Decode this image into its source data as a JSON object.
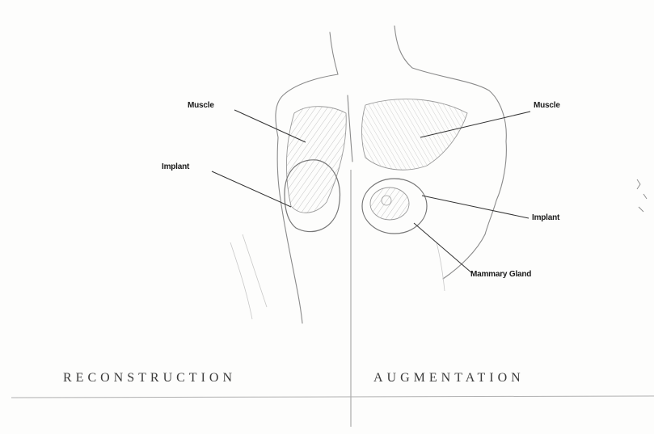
{
  "labels": {
    "muscle_left": "Muscle",
    "implant_left": "Implant",
    "muscle_right": "Muscle",
    "implant_right": "Implant",
    "mammary_gland": "Mammary Gland"
  },
  "captions": {
    "left": "RECONSTRUCTION",
    "right": "AUGMENTATION"
  },
  "colors": {
    "background": "#fdfdfc",
    "sketch_line": "#8a8a8a",
    "leader_line": "#333333",
    "caption_text": "#3a3a3a"
  }
}
